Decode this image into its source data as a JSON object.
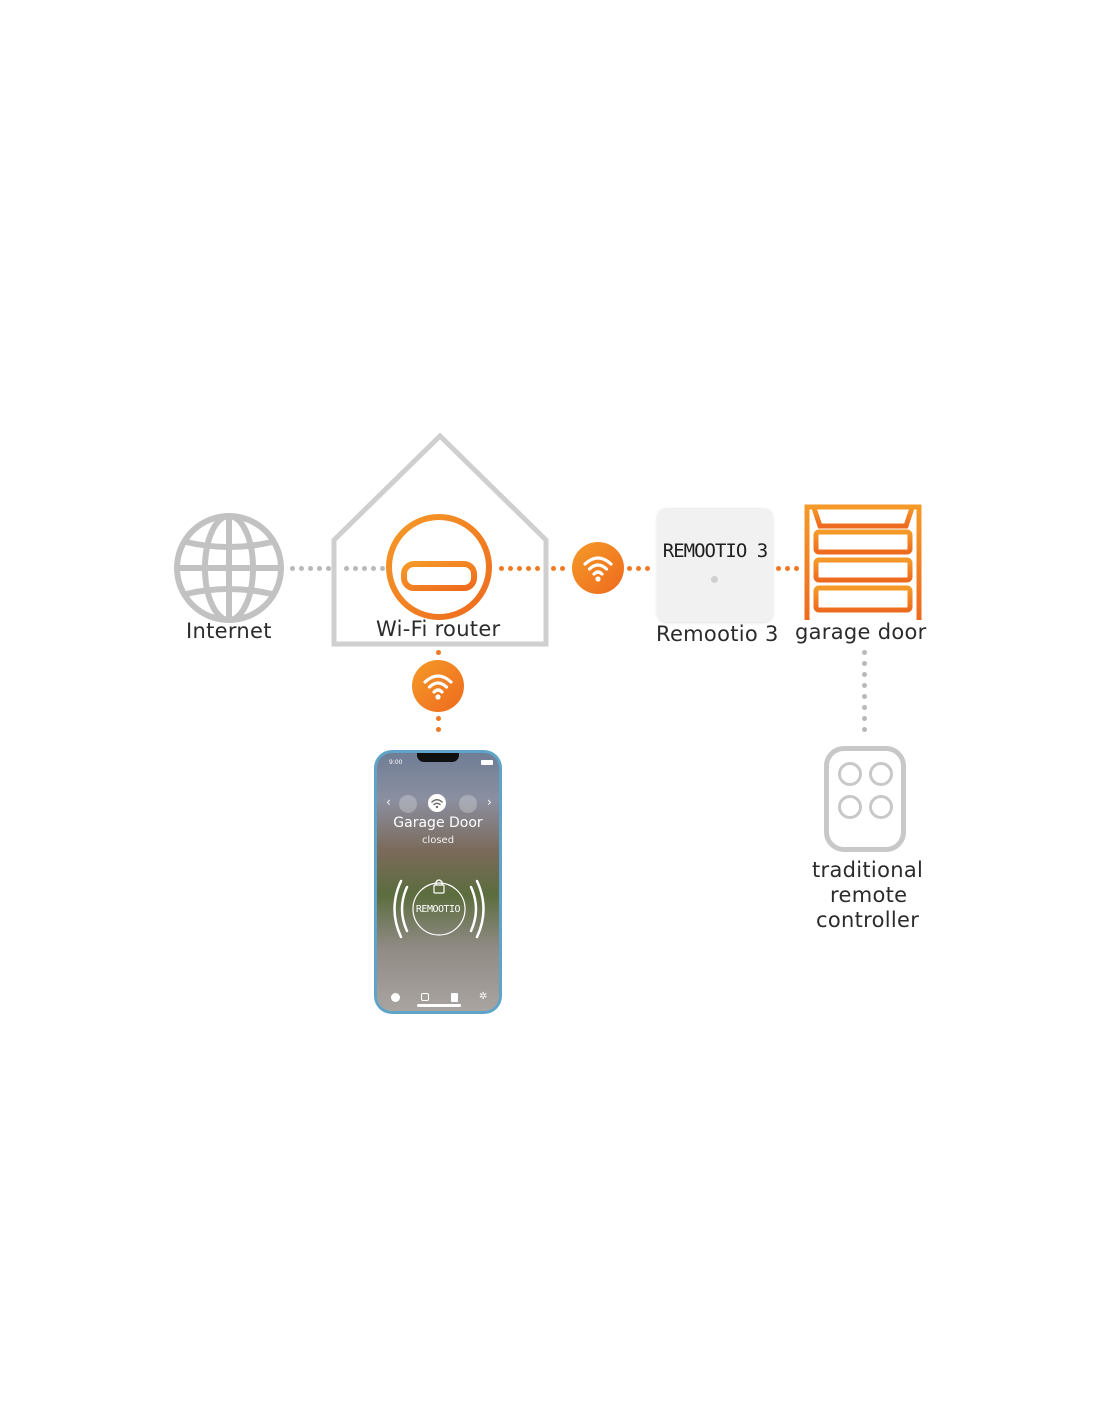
{
  "labels": {
    "internet": "Internet",
    "router": "Wi-Fi router",
    "device": "Remootio 3",
    "garage": "garage door",
    "remote_line1": "traditional",
    "remote_line2": "remote",
    "remote_line3": "controller"
  },
  "device": {
    "brand_text": "REMOOTIO 3"
  },
  "phone": {
    "time": "9:00",
    "title": "Garage Door",
    "status": "closed",
    "brand_text": "REMOOTIO"
  },
  "colors": {
    "accent_orange": "#f07a23",
    "accent_orange_light": "#f59a28",
    "grey_line": "#b9b9b9",
    "house_outline": "#cfcfcf",
    "phone_frame": "#5fa4c8"
  },
  "icons": {
    "internet": "globe-icon",
    "router": "router-icon",
    "wifi": "wifi-icon",
    "garage": "garage-door-icon",
    "remote": "remote-control-icon",
    "phone": "smartphone-icon"
  }
}
